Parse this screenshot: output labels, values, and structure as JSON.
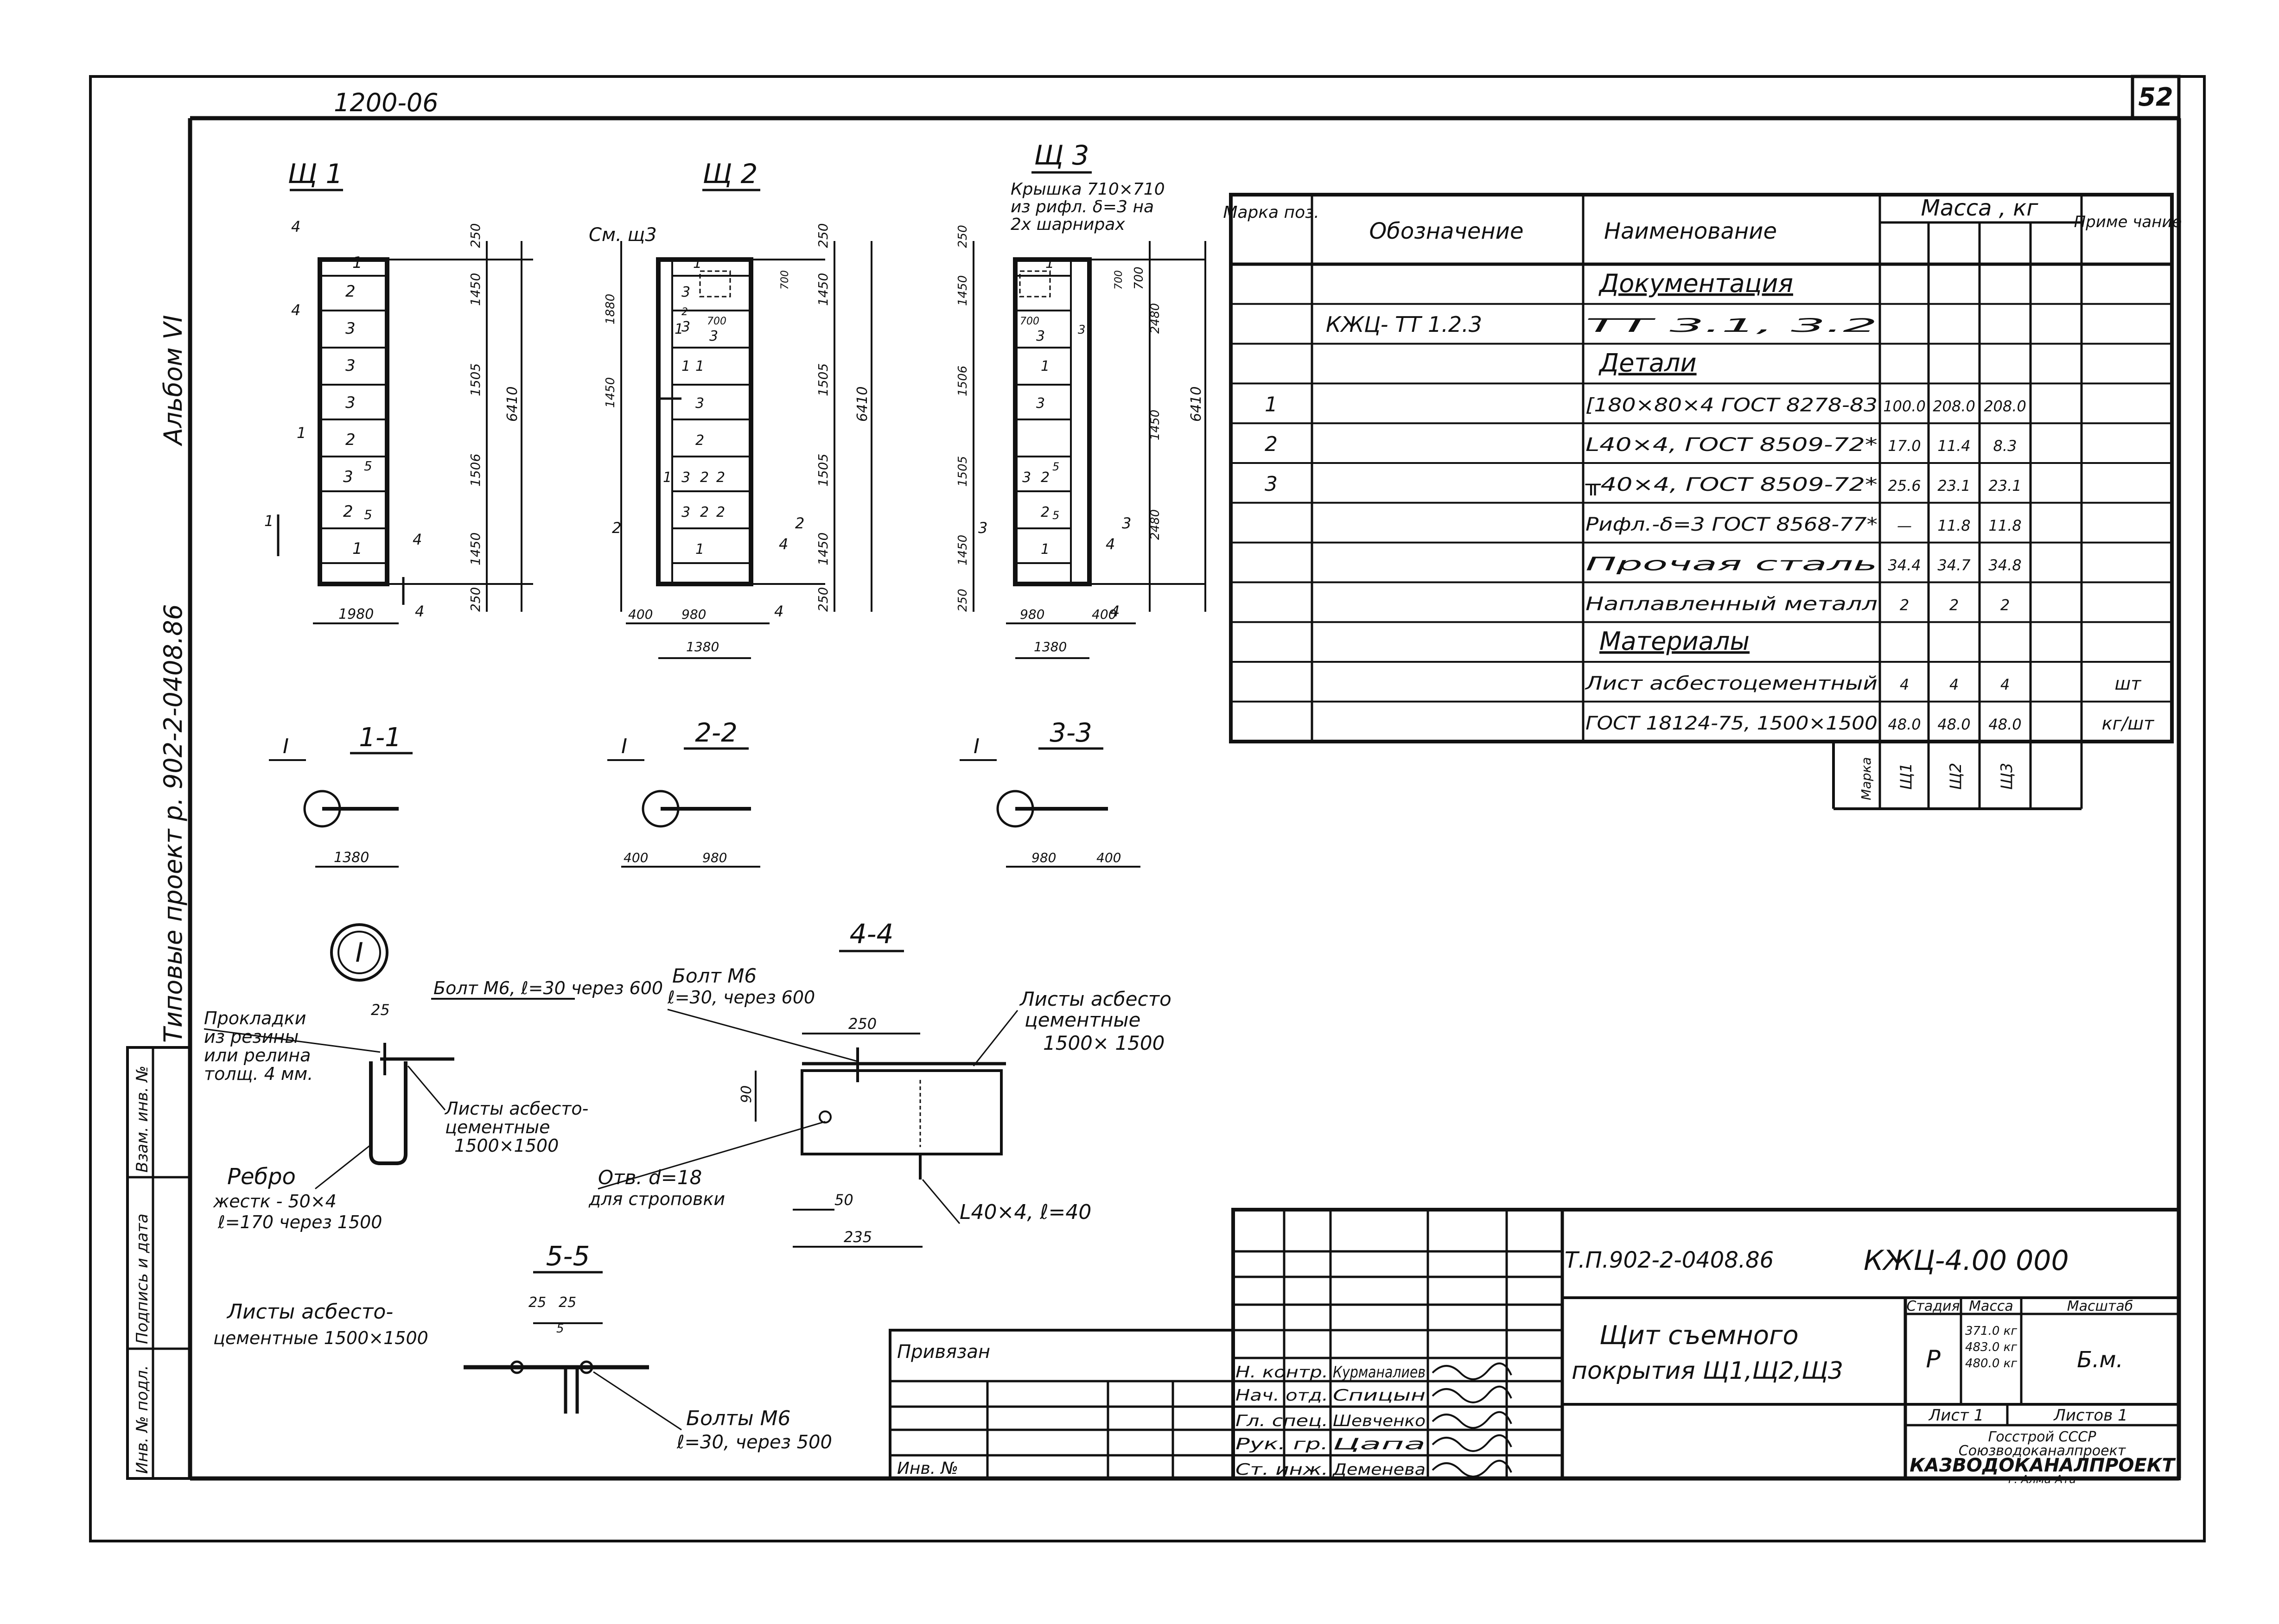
{
  "sheet": {
    "number": "52",
    "top_code": "1200-06",
    "side_album": "Альбом VI",
    "side_project": "Типовые проект р. 902-2-0408.86",
    "side_cells": [
      "Взам. инв. №",
      "Подпись и дата",
      "Инв. № подл."
    ]
  },
  "panels": {
    "sh1": {
      "title": "Щ 1",
      "marks": [
        "1",
        "2",
        "3",
        "3",
        "3",
        "2",
        "3",
        "2",
        "1"
      ],
      "sub": [
        "5",
        "5"
      ],
      "dims_v": [
        "250",
        "1450",
        "1505",
        "1506",
        "1450",
        "250"
      ],
      "total": "6410",
      "width": "1980",
      "side_marks": [
        "4",
        "4",
        "1",
        "1",
        "4",
        "4"
      ]
    },
    "sh2": {
      "title": "Щ 2",
      "ref": "См. щ3",
      "marks": [
        "1",
        "3",
        "3",
        "1",
        "1",
        "3",
        "2",
        "1",
        "3",
        "2",
        "3",
        "2",
        "2",
        "1",
        "2",
        "1",
        "3"
      ],
      "small": [
        "2",
        "700",
        "700"
      ],
      "dims_v": [
        "250",
        "1450",
        "1505",
        "1505",
        "1450",
        "250"
      ],
      "left_dims": [
        "1880",
        "1450"
      ],
      "total": "6410",
      "bottom": [
        "400",
        "980",
        "1380"
      ],
      "side_marks": [
        "2",
        "2",
        "4",
        "4"
      ]
    },
    "sh3": {
      "title": "Щ 3",
      "note": [
        "Крышка 710×710",
        "из рифл. δ=3 на",
        "2х шарнирах"
      ],
      "marks": [
        "1",
        "3",
        "3",
        "1",
        "3",
        "2",
        "2",
        "5",
        "5",
        "1"
      ],
      "small": [
        "700",
        "700",
        "3"
      ],
      "dims_v": [
        "1450",
        "1506",
        "1505",
        "1450",
        "250"
      ],
      "left_top": "250",
      "right_dims": [
        "700",
        "2480",
        "1450",
        "2480"
      ],
      "total": "6410",
      "bottom": [
        "980",
        "400",
        "1380"
      ],
      "side_marks": [
        "3",
        "3",
        "4",
        "4"
      ]
    }
  },
  "sections": {
    "s11": {
      "title": "1-1",
      "ref": "I",
      "dim": "1380"
    },
    "s22": {
      "title": "2-2",
      "ref": "I",
      "dims": [
        "400",
        "980"
      ]
    },
    "s33": {
      "title": "3-3",
      "ref": "I",
      "dims": [
        "980",
        "400"
      ]
    }
  },
  "detailI": {
    "label": "I",
    "bolt": "Болт М6, ℓ=30 через 600",
    "dim": "25",
    "gasket": [
      "Прокладки",
      "из резины",
      "или релина",
      "толщ. 4 мм."
    ],
    "sheets": [
      "Листы асбесто-",
      "цементные",
      "1500×1500"
    ],
    "rib": [
      "Ребро",
      "жестк - 50×4",
      "ℓ=170 через 1500"
    ]
  },
  "section44": {
    "title": "4-4",
    "bolt": [
      "Болт М6",
      "ℓ=30, через 600"
    ],
    "sheets": [
      "Листы асбесто",
      "цементные",
      "1500× 1500"
    ],
    "dims": [
      "250",
      "90",
      "50",
      "235"
    ],
    "hole": [
      "Отв. d=18",
      "для строповки"
    ],
    "angle": "L40×4, ℓ=40"
  },
  "section55": {
    "title": "5-5",
    "sheets": [
      "Листы асбесто-",
      "цементные 1500×1500"
    ],
    "dims": [
      "25",
      "25",
      "5"
    ],
    "bolts": [
      "Болты М6",
      "ℓ=30, через 500"
    ]
  },
  "spec": {
    "headers": {
      "mark": "Марка поз.",
      "designation": "Обозначение",
      "name": "Наименование",
      "mass": "Масса , кг",
      "note": "Приме чание"
    },
    "rows": [
      {
        "mark": "",
        "des": "",
        "name": "Документация",
        "v": [
          "",
          "",
          ""
        ],
        "note": "",
        "type": "section"
      },
      {
        "mark": "",
        "des": "КЖЦ- ТТ 1.2.3",
        "name": "ТТ 3.1, 3.2",
        "v": [
          "",
          "",
          ""
        ],
        "note": "",
        "type": "row"
      },
      {
        "mark": "",
        "des": "",
        "name": "Детали",
        "v": [
          "",
          "",
          ""
        ],
        "note": "",
        "type": "section"
      },
      {
        "mark": "1",
        "des": "",
        "name": "[180×80×4 ГОСТ 8278-83",
        "v": [
          "100.0",
          "208.0",
          "208.0"
        ],
        "note": "",
        "type": "row"
      },
      {
        "mark": "2",
        "des": "",
        "name": "L40×4, ГОСТ 8509-72*",
        "v": [
          "17.0",
          "11.4",
          "8.3"
        ],
        "note": "",
        "type": "row"
      },
      {
        "mark": "3",
        "des": "",
        "name": "╥40×4, ГОСТ 8509-72*",
        "v": [
          "25.6",
          "23.1",
          "23.1"
        ],
        "note": "",
        "type": "row"
      },
      {
        "mark": "",
        "des": "",
        "name": "Рифл.-δ=3 ГОСТ 8568-77*",
        "v": [
          "—",
          "11.8",
          "11.8"
        ],
        "note": "",
        "type": "row"
      },
      {
        "mark": "",
        "des": "",
        "name": "Прочая сталь",
        "v": [
          "34.4",
          "34.7",
          "34.8"
        ],
        "note": "",
        "type": "row"
      },
      {
        "mark": "",
        "des": "",
        "name": "Наплавленный металл",
        "v": [
          "2",
          "2",
          "2"
        ],
        "note": "",
        "type": "row"
      },
      {
        "mark": "",
        "des": "",
        "name": "Материалы",
        "v": [
          "",
          "",
          ""
        ],
        "note": "",
        "type": "section"
      },
      {
        "mark": "",
        "des": "",
        "name": "Лист асбестоцементный",
        "v": [
          "4",
          "4",
          "4"
        ],
        "note": "шт",
        "type": "row"
      },
      {
        "mark": "",
        "des": "",
        "name": "ГОСТ 18124-75, 1500×1500",
        "v": [
          "48.0",
          "48.0",
          "48.0"
        ],
        "note": "кг/шт",
        "type": "row"
      }
    ],
    "footer_label": "Марка",
    "footer_cols": [
      "Щ1",
      "Щ2",
      "Щ3"
    ]
  },
  "titleblock": {
    "tied": "Привязан",
    "inv": "Инв. №",
    "code": "Т.П.902-2-0408.86",
    "mark": "КЖЦ-4.00 000",
    "name_l1": "Щит съемного",
    "name_l2": "покрытия Щ1,Щ2,Щ3",
    "stage_h": "Стадия",
    "mass_h": "Масса",
    "scale_h": "Масштаб",
    "stage": "Р",
    "masses": [
      "371.0 кг",
      "483.0 кг",
      "480.0 кг"
    ],
    "scale": "Б.м.",
    "sheet_label": "Лист 1",
    "sheets_label": "Листов 1",
    "org": [
      "Госстрой СССР",
      "Союзводоканалпроект",
      "КАЗВОДОКАНАЛПРОЕКТ",
      "г. Алма-Ата"
    ],
    "signers": [
      {
        "role": "Н. контр.",
        "name": "Курманалиев"
      },
      {
        "role": "Нач. отд.",
        "name": "Спицын"
      },
      {
        "role": "Гл. спец.",
        "name": "Шевченко"
      },
      {
        "role": "Рук. гр.",
        "name": "Цапа"
      },
      {
        "role": "Ст. инж.",
        "name": "Деменева"
      }
    ]
  }
}
